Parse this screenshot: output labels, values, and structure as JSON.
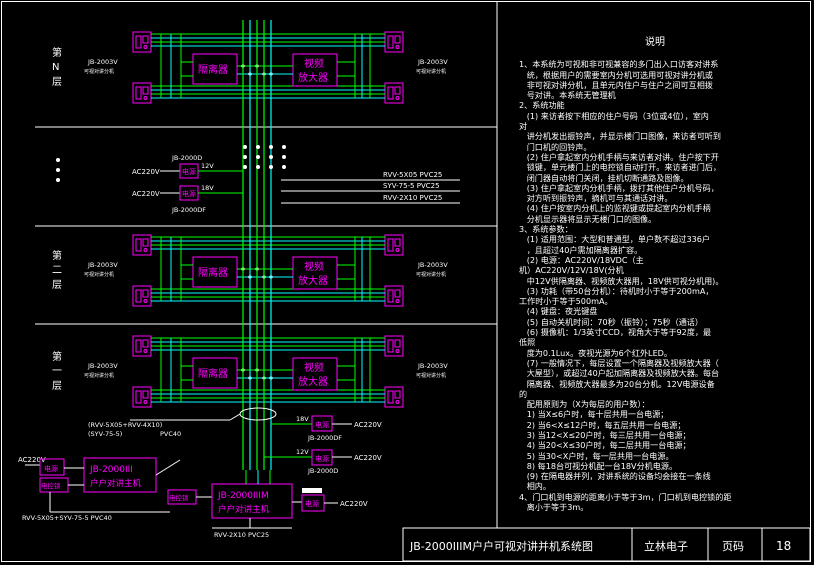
{
  "floors": [
    {
      "name_top": "第",
      "name_mid": "N",
      "name_bot": "层",
      "unit_model": "JB-2003V",
      "unit_desc": "可视对讲分机",
      "right_model": "JB-2003V",
      "right_desc": "可视对讲分机",
      "isolator": "隔离器",
      "amp_l1": "视频",
      "amp_l2": "放大器"
    },
    {
      "name_top": "第",
      "name_mid": "二",
      "name_bot": "层",
      "unit_model": "JB-2003V",
      "unit_desc": "可视对讲分机",
      "right_model": "JB-2003V",
      "right_desc": "可视对讲分机",
      "isolator": "隔离器",
      "amp_l1": "视频",
      "amp_l2": "放大器"
    },
    {
      "name_top": "第",
      "name_mid": "一",
      "name_bot": "层",
      "unit_model": "JB-2003V",
      "unit_desc": "可视对讲分机",
      "right_model": "JB-2003V",
      "right_desc": "可视对讲分机",
      "isolator": "隔离器",
      "amp_l1": "视频",
      "amp_l2": "放大器"
    }
  ],
  "mid": {
    "ac1": "AC220V",
    "ac2": "AC220V",
    "psu": "电源",
    "model_top": "JB-2000D",
    "model_bot": "JB-2000DF",
    "v12": "12V",
    "v18": "18V",
    "cable1": "RVV-5X05 PVC25",
    "cable2": "SYV-75-5 PVC25",
    "cable3": "RVV-2X10 PVC25"
  },
  "bottom": {
    "cable_left_l1": "(RVV-5X05+RVV-4X10)",
    "cable_left_l2": "(SYV-75-5)",
    "cable_left_pvc": "PVC40",
    "v18": "18V",
    "psu1": "电源",
    "model1": "JB-2000DF",
    "ac1": "AC220V",
    "v12": "12V",
    "psu2": "电源",
    "model2": "JB-2000D",
    "ac2": "AC220V",
    "ac_left": "AC220V",
    "psu_left": "电源",
    "lock_left": "电控锁",
    "host1_l1": "JB-2000III",
    "host1_l2": "户户对讲主机",
    "host2_l1": "JB-2000IIIM",
    "host2_l2": "户户对讲主机",
    "lock2": "电控锁",
    "psu3": "电源",
    "ac3": "AC220V",
    "cable_bottom": "RVV-5X05+SYV-75-5 PVC40",
    "cable_rvv": "RVV-2X10 PVC25"
  },
  "notes": {
    "title": "说明",
    "lines": [
      "1、本系统为可视和非可视兼容的多门出入口访客对讲系",
      "   统，根据用户的需要室内分机可选用可视对讲分机或",
      "   非可视对讲分机，且单元内住户与住户之间可互相拨",
      "   号对讲。本系统无管理机",
      "2、系统功能",
      "   (1) 来访者按下相应的住户号码（3位或4位），室内",
      "对",
      "   讲分机发出振铃声，并显示楼门口图像，来访者可听到",
      "   门口机的回铃声。",
      "   (2) 住户拿起室内分机手柄与来访者对讲。住户按下开",
      "   锁键，单元楼门上的电控锁自动打开。来访者进门后，",
      "   闭门器自动将门关闭，挂机切断通路及图像。",
      "   (3) 住户拿起室内分机手柄，拨打其他住户分机号码，",
      "   对方听到振铃声，摘机可与其通话对讲。",
      "   (4) 住户按室内分机上的监视键或提起室内分机手柄",
      "   分机显示器将显示无楼门口的图像。",
      "3、系统参数：",
      "   (1) 适用范围：大型和普通型，单户数不超过336户",
      "   ，且超过40户需加隔离器扩容。",
      "   (2) 电源：AC220V/18VDC（主",
      "机）AC220V/12V/18V(分机",
      "   中12V供隔离器、视频放大器用，18V供可视分机用)。",
      "   (3) 功耗（带50台分机）：待机时小于等于200mA，",
      "工作时小于等于500mA。",
      "   (4) 键盘：夜光键盘",
      "   (5) 自动关机时间：70秒（振铃）；75秒（通话）",
      "   (6) 摄像机：1/3英寸CCD，视角大于等于92度，最",
      "低照",
      "   度为0.1Lux。夜视光源为6个红外LED。",
      "   (7) 一般情况下，每层设置一个隔离器及视频放大器（",
      "   大屋型），或超过40户起加隔离器及视频放大器。每台",
      "   隔离器、视频放大器最多为20台分机。12V电源设备",
      "的",
      "   配用原则为（X为每层的用户数）：",
      "   1) 当X≤6户时，每十层共用一台电源；",
      "   2) 当6<X≤12户时，每五层共用一台电源；",
      "   3) 当12<X≤20户时，每三层共用一台电源；",
      "   4) 当20<X≤30户时，每二层共用一台电源；",
      "   5) 当30<X户时，每一层共用一台电源。",
      "   8) 每18台可视分机配一台18V分机电源。",
      "   (9) 在隔电器并列，对讲系统的设备均会接在一条线",
      "   相内。",
      "4、门口机到电源的距离小于等于3m，门口机到电控锁的距",
      "   离小于等于3m。"
    ]
  },
  "title_block": {
    "drawing_title": "JB-2000IIIM户户可视对讲并机系统图",
    "company": "立林电子",
    "page_label": "页码",
    "page_no": "18"
  },
  "colors": {
    "bg": "#000000",
    "magenta": "#ff00ff",
    "green": "#00ff00",
    "cyan": "#00ffff",
    "white": "#ffffff",
    "yellow": "#ffff00"
  }
}
